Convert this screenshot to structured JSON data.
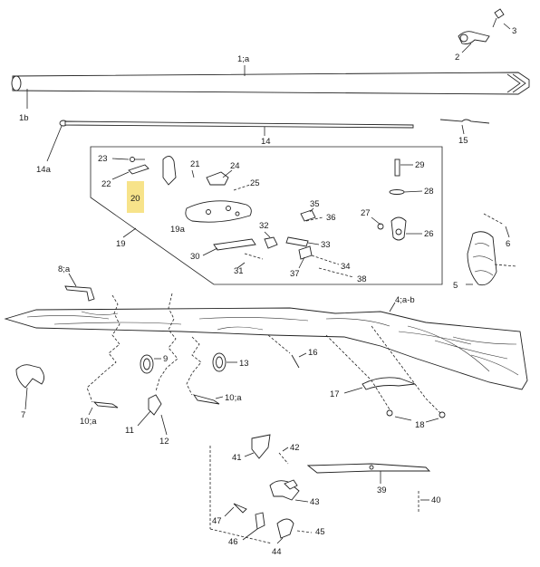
{
  "diagram": {
    "highlight_color": "#f7e38a",
    "line_color": "#222222",
    "labels": {
      "p1a": "1;a",
      "p1b": "1b",
      "p2": "2",
      "p3": "3",
      "p14": "14",
      "p14a": "14a",
      "p15": "15",
      "p19": "19",
      "p19a": "19a",
      "p20": "20",
      "p21": "21",
      "p22": "22",
      "p23": "23",
      "p24": "24",
      "p25": "25",
      "p26": "26",
      "p27": "27",
      "p28": "28",
      "p29": "29",
      "p30": "30",
      "p31": "31",
      "p32": "32",
      "p33": "33",
      "p34": "34",
      "p35": "35",
      "p36": "36",
      "p37": "37",
      "p38": "38",
      "p4ab": "4;a-b",
      "p5": "5",
      "p6": "6",
      "p7": "7",
      "p8a": "8;a",
      "p9": "9",
      "p10a_left": "10;a",
      "p10a_right": "10;a",
      "p11": "11",
      "p12": "12",
      "p13": "13",
      "p16": "16",
      "p17": "17",
      "p18": "18",
      "p39": "39",
      "p40": "40",
      "p41": "41",
      "p42": "42",
      "p43": "43",
      "p44": "44",
      "p45": "45",
      "p46": "46",
      "p47": "47"
    }
  }
}
